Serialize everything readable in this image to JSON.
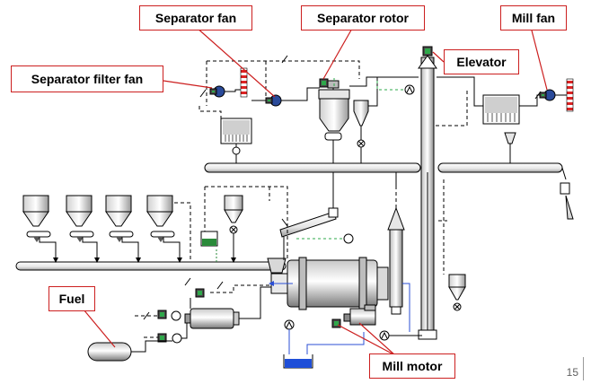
{
  "labels": {
    "separator_fan": "Separator fan",
    "separator_rotor": "Separator rotor",
    "mill_fan": "Mill fan",
    "separator_filter_fan": "Separator filter  fan",
    "elevator": "Elevator",
    "fuel": "Fuel",
    "mill_motor": "Mill motor"
  },
  "page_number": "15",
  "colors": {
    "callout_border": "#cc1f1f",
    "line": "#000000",
    "dashed_signal": "#000000",
    "green_signal": "#2ea84a",
    "blue_flow": "#2b4fd6",
    "water": "#1f4fd8",
    "green_tank": "#2a8a3a"
  }
}
